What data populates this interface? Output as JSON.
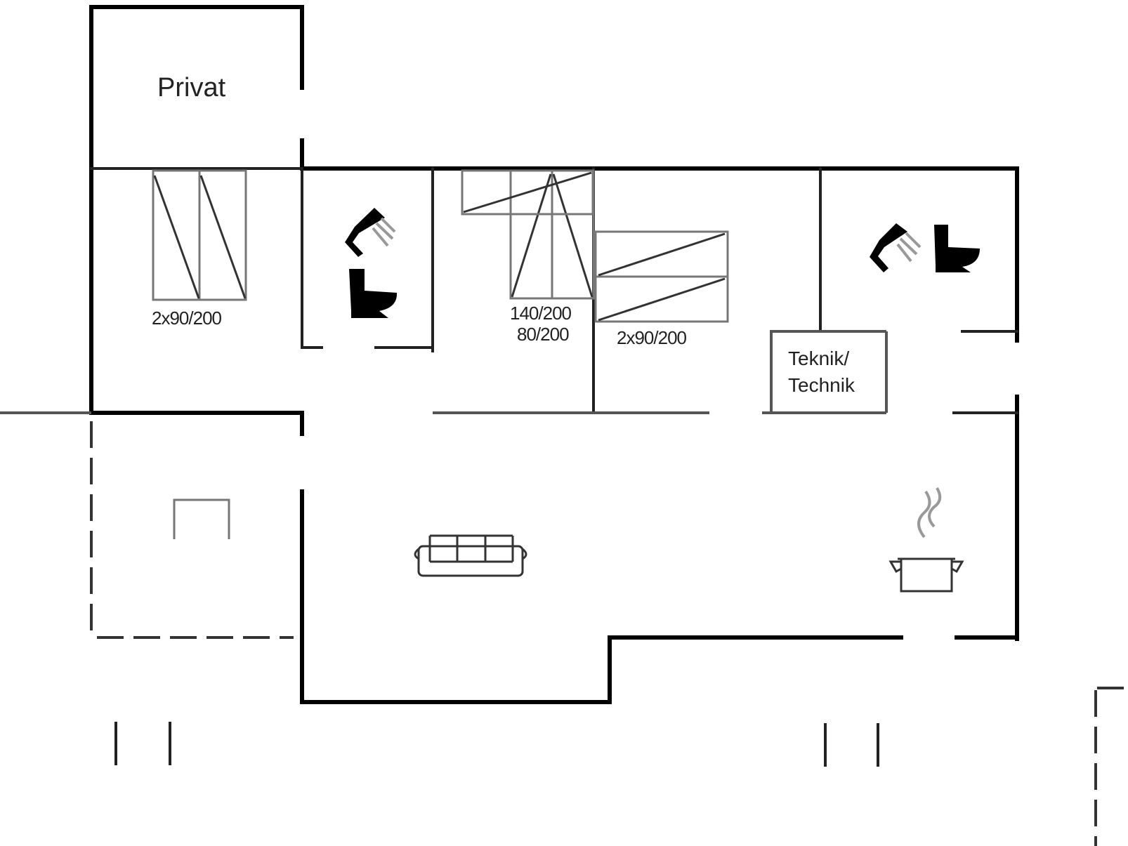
{
  "rooms": {
    "private": "Privat",
    "technical_line1": "Teknik/",
    "technical_line2": "Technik"
  },
  "beds": {
    "bedroom1": "2x90/200",
    "bedroom2_line1": "140/200",
    "bedroom2_line2": "80/200",
    "bedroom3": "2x90/200"
  },
  "icons": [
    "shower-icon",
    "toilet-icon",
    "sofa-icon",
    "cooking-pot-icon",
    "chair-icon"
  ]
}
